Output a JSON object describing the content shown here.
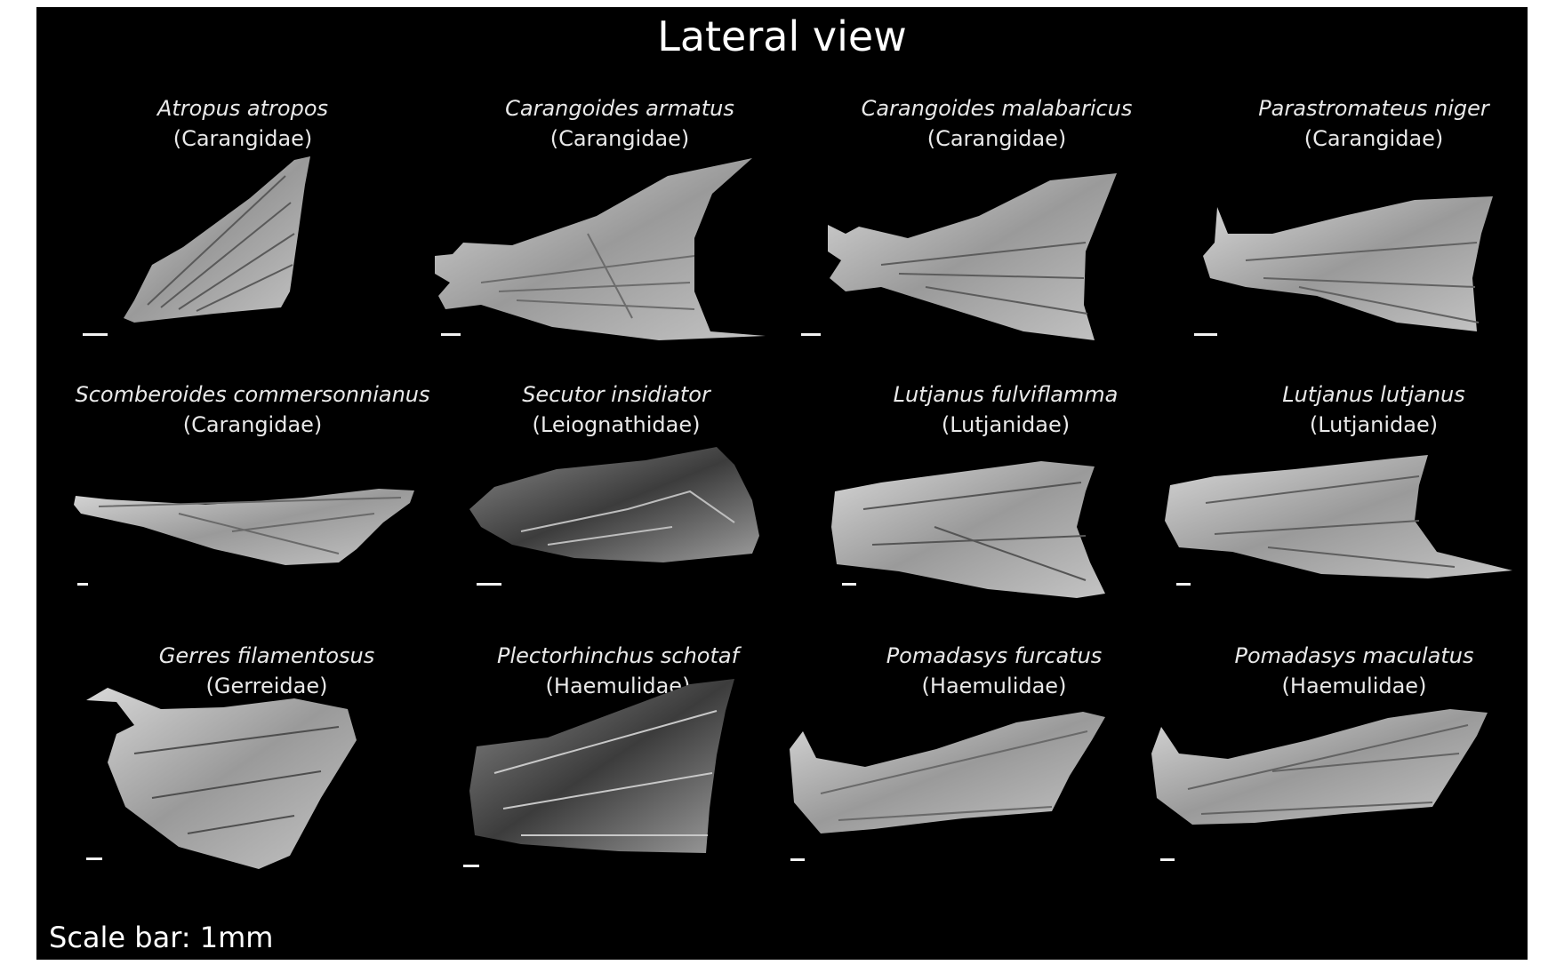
{
  "title": "Lateral view",
  "scale_note": "Scale bar: 1mm",
  "specimens": [
    {
      "name": "Atropus atropos",
      "family": "(Carangidae)"
    },
    {
      "name": "Carangoides armatus",
      "family": "(Carangidae)"
    },
    {
      "name": "Carangoides malabaricus",
      "family": "(Carangidae)"
    },
    {
      "name": "Parastromateus niger",
      "family": "(Carangidae)"
    },
    {
      "name": "Scomberoides commersonnianus",
      "family": "(Carangidae)"
    },
    {
      "name": "Secutor insidiator",
      "family": "(Leiognathidae)"
    },
    {
      "name": "Lutjanus fulviflamma",
      "family": "(Lutjanidae)"
    },
    {
      "name": "Lutjanus lutjanus",
      "family": "(Lutjanidae)"
    },
    {
      "name": "Gerres filamentosus",
      "family": "(Gerreidae)"
    },
    {
      "name": "Plectorhinchus schotaf",
      "family": "(Haemulidae)"
    },
    {
      "name": "Pomadasys furcatus",
      "family": "(Haemulidae)"
    },
    {
      "name": "Pomadasys maculatus",
      "family": "(Haemulidae)"
    }
  ]
}
